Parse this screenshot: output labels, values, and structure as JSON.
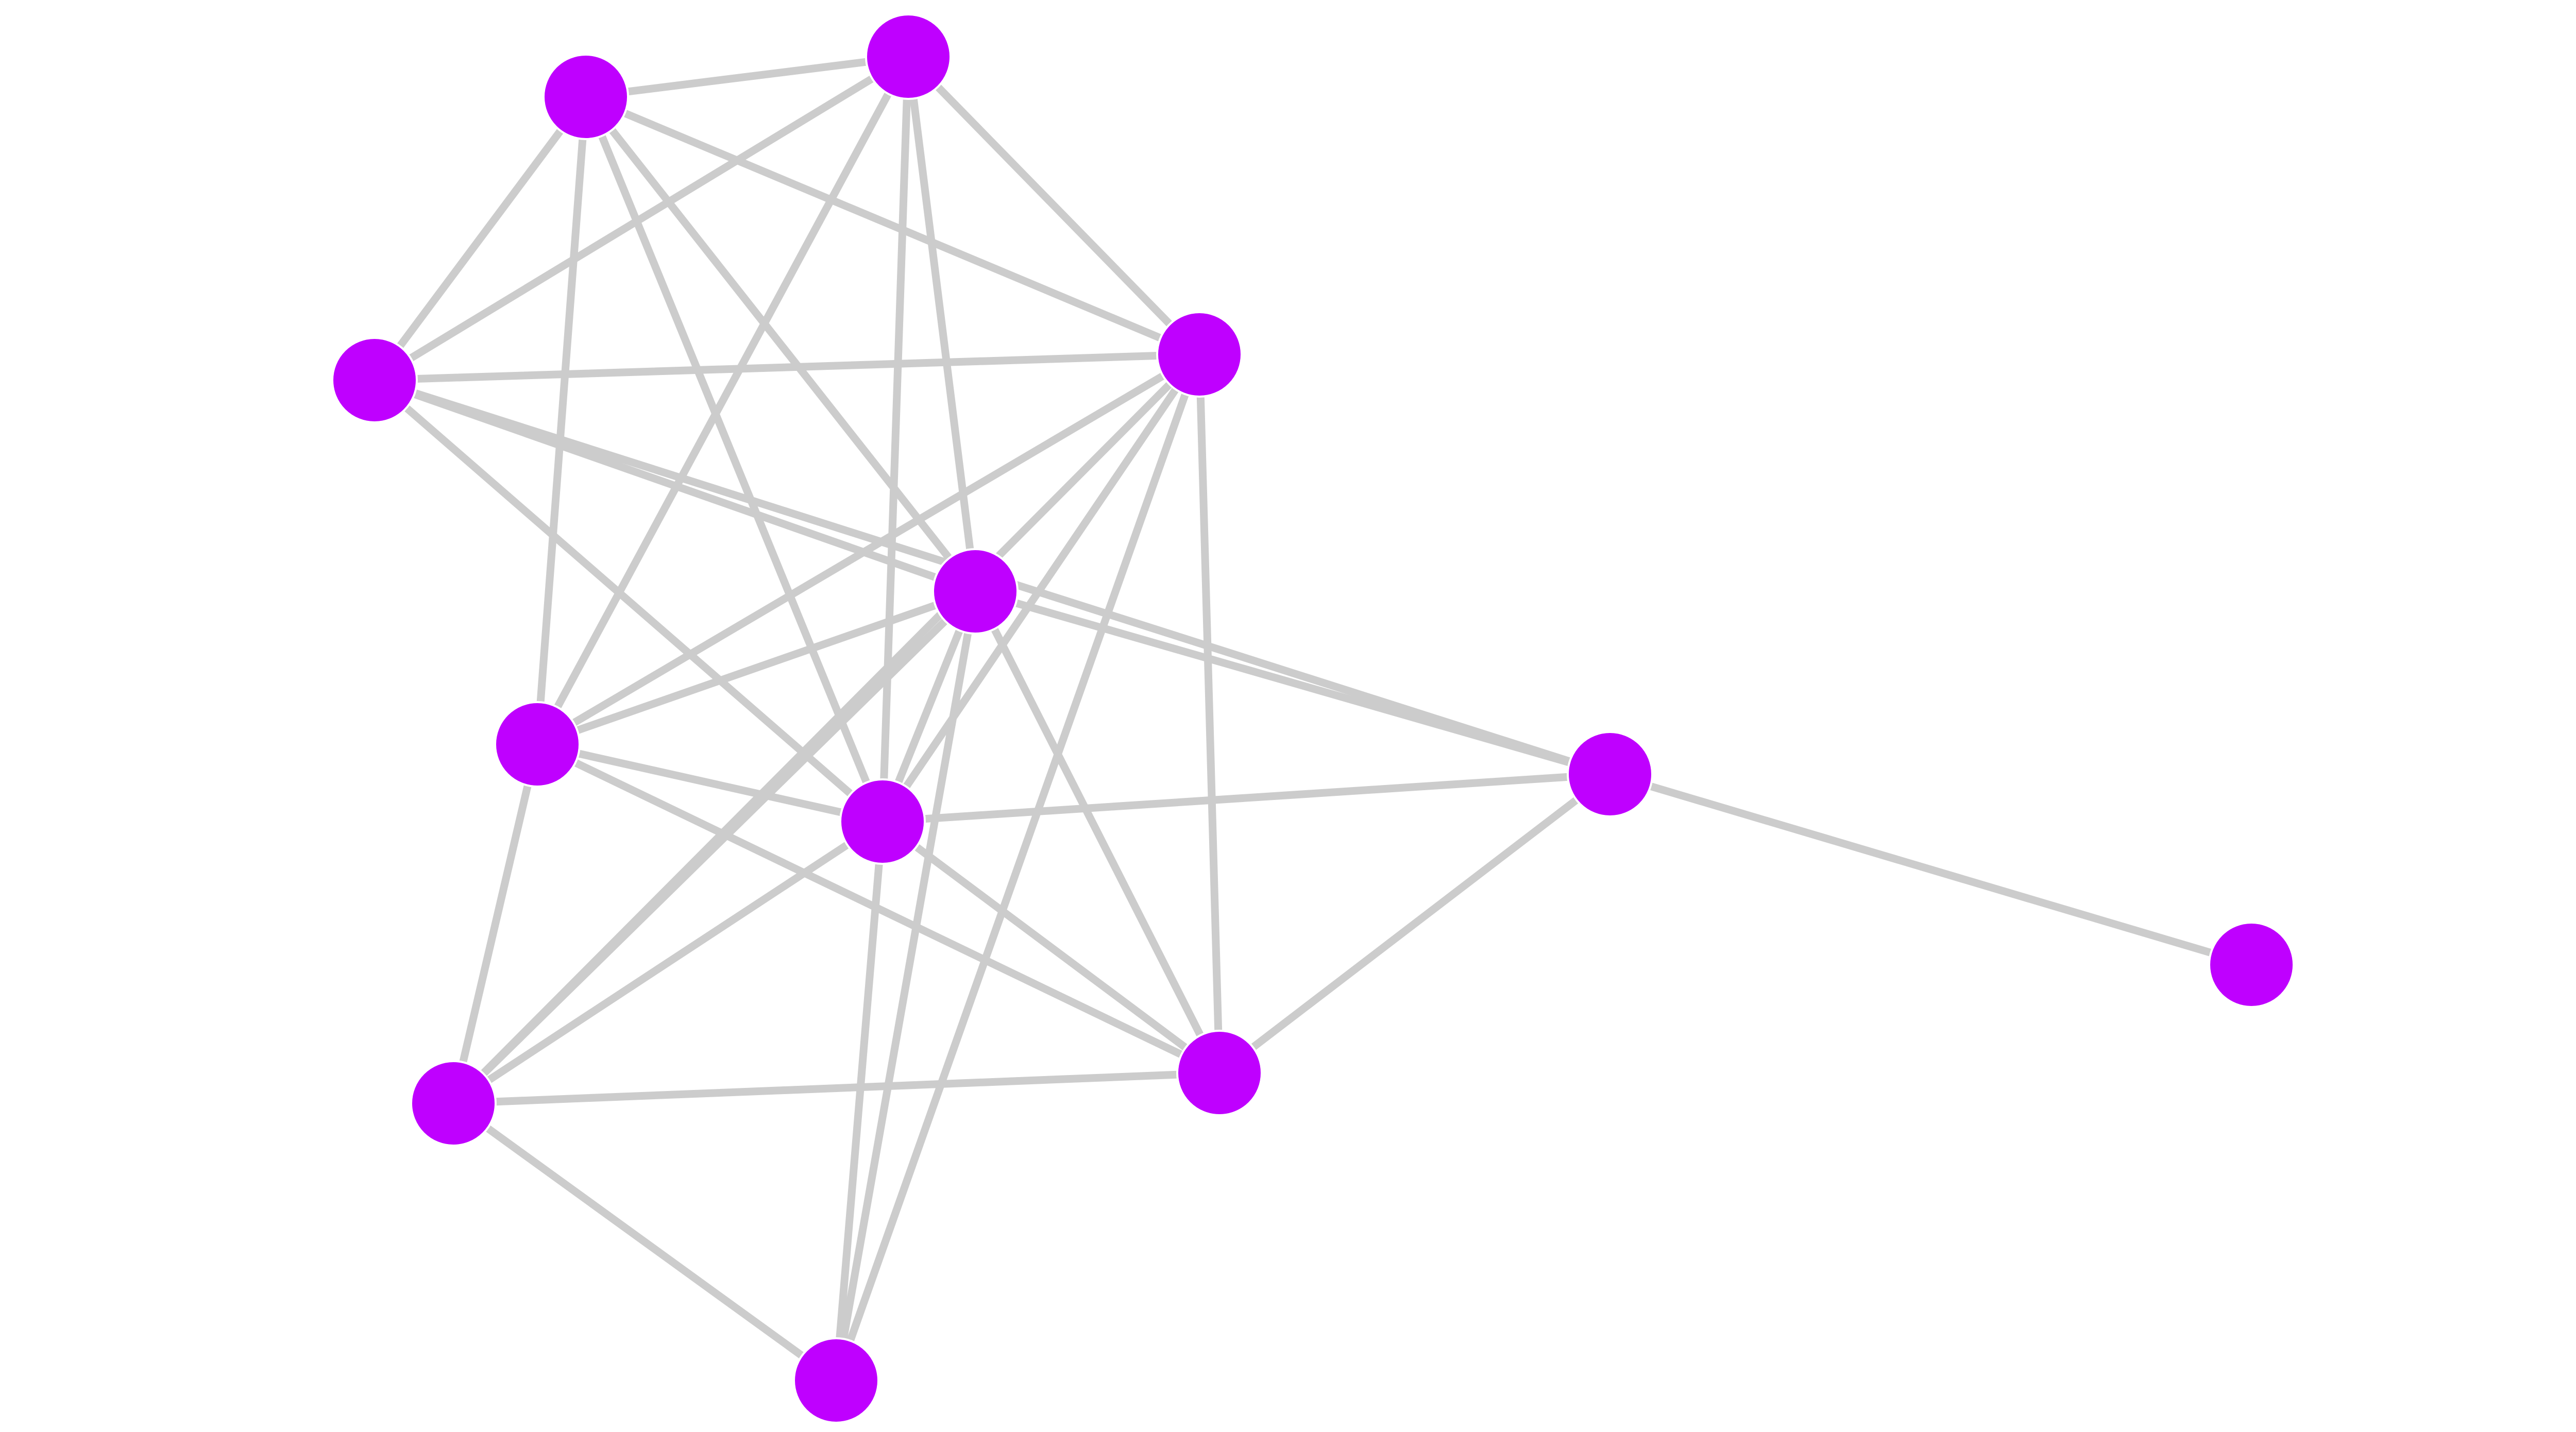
{
  "diagram": {
    "type": "network-graph",
    "colors": {
      "node": "#bf00ff",
      "edge": "#cccccc",
      "background": "#ffffff"
    },
    "nodes": [
      {
        "id": "n1"
      },
      {
        "id": "n2"
      },
      {
        "id": "n3"
      },
      {
        "id": "n4"
      },
      {
        "id": "n5"
      },
      {
        "id": "n6"
      },
      {
        "id": "n7"
      },
      {
        "id": "n8"
      },
      {
        "id": "n9"
      },
      {
        "id": "n10"
      },
      {
        "id": "n11"
      },
      {
        "id": "n12"
      }
    ],
    "edges": [
      [
        "n1",
        "n2"
      ],
      [
        "n1",
        "n3"
      ],
      [
        "n1",
        "n4"
      ],
      [
        "n1",
        "n5"
      ],
      [
        "n1",
        "n6"
      ],
      [
        "n1",
        "n7"
      ],
      [
        "n2",
        "n3"
      ],
      [
        "n2",
        "n4"
      ],
      [
        "n2",
        "n5"
      ],
      [
        "n2",
        "n6"
      ],
      [
        "n2",
        "n7"
      ],
      [
        "n3",
        "n4"
      ],
      [
        "n3",
        "n5"
      ],
      [
        "n3",
        "n7"
      ],
      [
        "n3",
        "n8"
      ],
      [
        "n4",
        "n6"
      ],
      [
        "n4",
        "n7"
      ],
      [
        "n4",
        "n9"
      ],
      [
        "n4",
        "n10"
      ],
      [
        "n4",
        "n11"
      ],
      [
        "n5",
        "n6"
      ],
      [
        "n5",
        "n7"
      ],
      [
        "n5",
        "n8"
      ],
      [
        "n5",
        "n9"
      ],
      [
        "n5",
        "n10"
      ],
      [
        "n5",
        "n11"
      ],
      [
        "n6",
        "n7"
      ],
      [
        "n6",
        "n9"
      ],
      [
        "n6",
        "n11"
      ],
      [
        "n7",
        "n8"
      ],
      [
        "n7",
        "n9"
      ],
      [
        "n7",
        "n10"
      ],
      [
        "n7",
        "n11"
      ],
      [
        "n8",
        "n11"
      ],
      [
        "n9",
        "n11"
      ],
      [
        "n9",
        "n10"
      ],
      [
        "n8",
        "n12"
      ]
    ]
  }
}
